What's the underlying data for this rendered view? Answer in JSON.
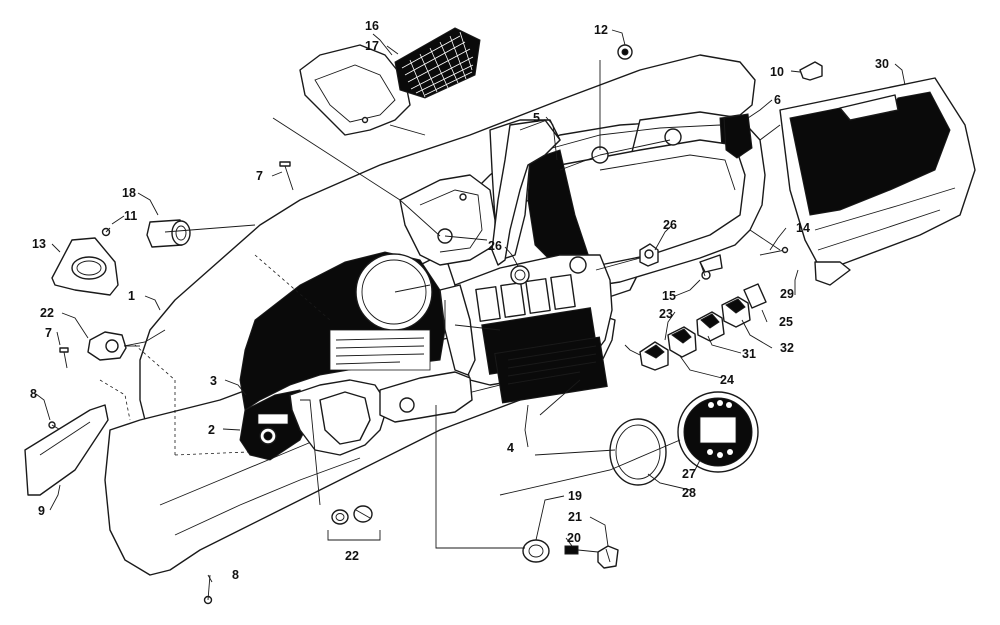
{
  "figure": {
    "callouts": [
      {
        "id": "c1",
        "text": "1"
      },
      {
        "id": "c2",
        "text": "2"
      },
      {
        "id": "c3",
        "text": "3"
      },
      {
        "id": "c4",
        "text": "4"
      },
      {
        "id": "c5",
        "text": "5"
      },
      {
        "id": "c6",
        "text": "6"
      },
      {
        "id": "c7a",
        "text": "7"
      },
      {
        "id": "c7b",
        "text": "7"
      },
      {
        "id": "c8a",
        "text": "8"
      },
      {
        "id": "c8b",
        "text": "8"
      },
      {
        "id": "c9",
        "text": "9"
      },
      {
        "id": "c10",
        "text": "10"
      },
      {
        "id": "c11",
        "text": "11"
      },
      {
        "id": "c12",
        "text": "12"
      },
      {
        "id": "c13",
        "text": "13"
      },
      {
        "id": "c14",
        "text": "14"
      },
      {
        "id": "c15",
        "text": "15"
      },
      {
        "id": "c16",
        "text": "16"
      },
      {
        "id": "c17",
        "text": "17"
      },
      {
        "id": "c18",
        "text": "18"
      },
      {
        "id": "c19",
        "text": "19"
      },
      {
        "id": "c20",
        "text": "20"
      },
      {
        "id": "c21",
        "text": "21"
      },
      {
        "id": "c22a",
        "text": "22"
      },
      {
        "id": "c22b",
        "text": "22"
      },
      {
        "id": "c23",
        "text": "23"
      },
      {
        "id": "c24",
        "text": "24"
      },
      {
        "id": "c25",
        "text": "25"
      },
      {
        "id": "c26a",
        "text": "26"
      },
      {
        "id": "c26b",
        "text": "26"
      },
      {
        "id": "c27",
        "text": "27"
      },
      {
        "id": "c28",
        "text": "28"
      },
      {
        "id": "c29",
        "text": "29"
      },
      {
        "id": "c30",
        "text": "30"
      },
      {
        "id": "c31",
        "text": "31"
      },
      {
        "id": "c32",
        "text": "32"
      }
    ]
  }
}
